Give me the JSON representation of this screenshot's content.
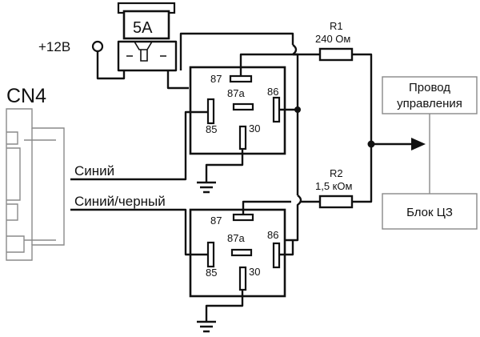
{
  "labels": {
    "fuse": "5A",
    "supply": "+12В",
    "connector": "CN4",
    "wire_blue": "Синий",
    "wire_blue_black": "Синий/черный",
    "r1_name": "R1",
    "r1_value": "240 Ом",
    "r2_name": "R2",
    "r2_value": "1,5 кОм",
    "control_wire_1": "Провод",
    "control_wire_2": "управления",
    "lock_unit": "Блок ЦЗ"
  },
  "relay_top": {
    "p87": "87",
    "p87a": "87a",
    "p86": "86",
    "p85": "85",
    "p30": "30"
  },
  "relay_bottom": {
    "p87": "87",
    "p87a": "87a",
    "p86": "86",
    "p85": "85",
    "p30": "30"
  }
}
